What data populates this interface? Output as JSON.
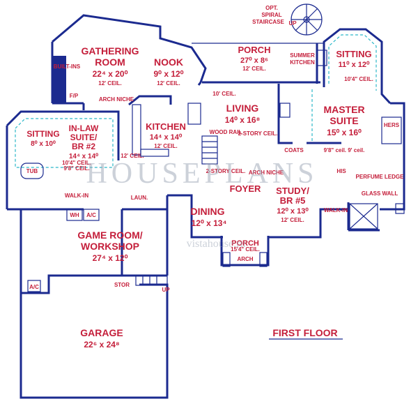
{
  "title": "FIRST FLOOR",
  "staircase": [
    "OPT.",
    "SPIRAL",
    "STAIRCASE"
  ],
  "up": "UP",
  "rooms": {
    "gathering": {
      "name1": "GATHERING",
      "name2": "ROOM",
      "dim": "22⁴ x 20⁰",
      "ceil": "12' CEIL."
    },
    "nook": {
      "name": "NOOK",
      "dim": "9⁰ x 12⁰",
      "ceil": "12' CEIL."
    },
    "porch_rear": {
      "name": "PORCH",
      "dim": "27⁰ x 8⁶",
      "ceil": "12' CEIL."
    },
    "summer_kitchen": {
      "name1": "SUMMER",
      "name2": "KITCHEN"
    },
    "sitting_master": {
      "name": "SITTING",
      "dim": "11⁰ x 12⁰",
      "ceil": "10'4\" CEIL."
    },
    "living": {
      "name": "LIVING",
      "dim": "14⁰ x 16⁸",
      "ceil": "2-STORY CEIL."
    },
    "master": {
      "name1": "MASTER",
      "name2": "SUITE",
      "dim": "15⁰ x 16⁰",
      "ceil": "9'8\" ceil. 9' ceil."
    },
    "kitchen": {
      "name": "KITCHEN",
      "dim": "14⁴ x 14⁰",
      "ceil": "12' CEIL."
    },
    "sitting_inlaw": {
      "name": "SITTING",
      "dim": "8⁰ x 10⁰"
    },
    "inlaw": {
      "name1": "IN-LAW",
      "name2": "SUITE/",
      "name3": "BR #2",
      "dim": "14⁴ x 14⁰",
      "ceil": "10'4\" CEIL.",
      "ceil2": "9'8\" CEIL."
    },
    "dining": {
      "name": "DINING",
      "dim": "12⁰ x 13⁴",
      "ceil": "2-STORY CEIL."
    },
    "foyer": {
      "name": "FOYER"
    },
    "study": {
      "name1": "STUDY/",
      "name2": "BR #5",
      "dim": "12⁰ x 13⁰",
      "ceil": "12' CEIL."
    },
    "game": {
      "name1": "GAME ROOM/",
      "name2": "WORKSHOP",
      "dim": "27⁴ x 12⁰"
    },
    "porch_front": {
      "name": "PORCH",
      "dim": "15'4\" CEIL."
    },
    "garage": {
      "name": "GARAGE",
      "dim": "22⁶ x 24⁸"
    }
  },
  "notes": {
    "builtins": "BUILT-INS",
    "fp": "F/P",
    "arch_niche": "ARCH NICHE",
    "wood_rail": "WOOD RAIL",
    "coats": "COATS",
    "his": "HIS",
    "hers": "HERS",
    "perfume": "PERFUME LEDGE",
    "glass_wall": "GLASS WALL",
    "walk_in": "WALK-IN",
    "laun": "LAUN.",
    "wh": "WH",
    "ac": "A/C",
    "tub": "TUB",
    "arch": "ARCH",
    "stor": "STOR",
    "ceil10": "10' CEIL.",
    "ceil12": "12' CEIL."
  },
  "watermark": {
    "brand": "HOUSEPLANS",
    "site": "vistahouse.ru"
  }
}
